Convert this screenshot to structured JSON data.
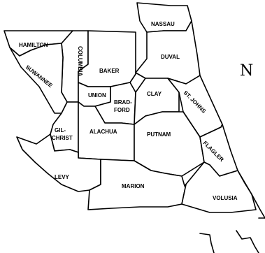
{
  "map": {
    "partial_heading": "N",
    "counties": {
      "nassau": "NASSAU",
      "hamilton": "HAMILTON",
      "columbia": "COLUMBIA",
      "duval": "DUVAL",
      "suwannee": "SUWANNEE",
      "baker": "BAKER",
      "union": "UNION",
      "bradford_line1": "BRAD-",
      "bradford_line2": "FORD",
      "clay": "CLAY",
      "st_johns": "ST. JOHNS",
      "gilchrist_line1": "GIL-",
      "gilchrist_line2": "CHRIST",
      "alachua": "ALACHUA",
      "putnam": "PUTNAM",
      "flagler": "FLAGLER",
      "levy": "LEVY",
      "marion": "MARION",
      "volusia": "VOLUSIA"
    }
  }
}
